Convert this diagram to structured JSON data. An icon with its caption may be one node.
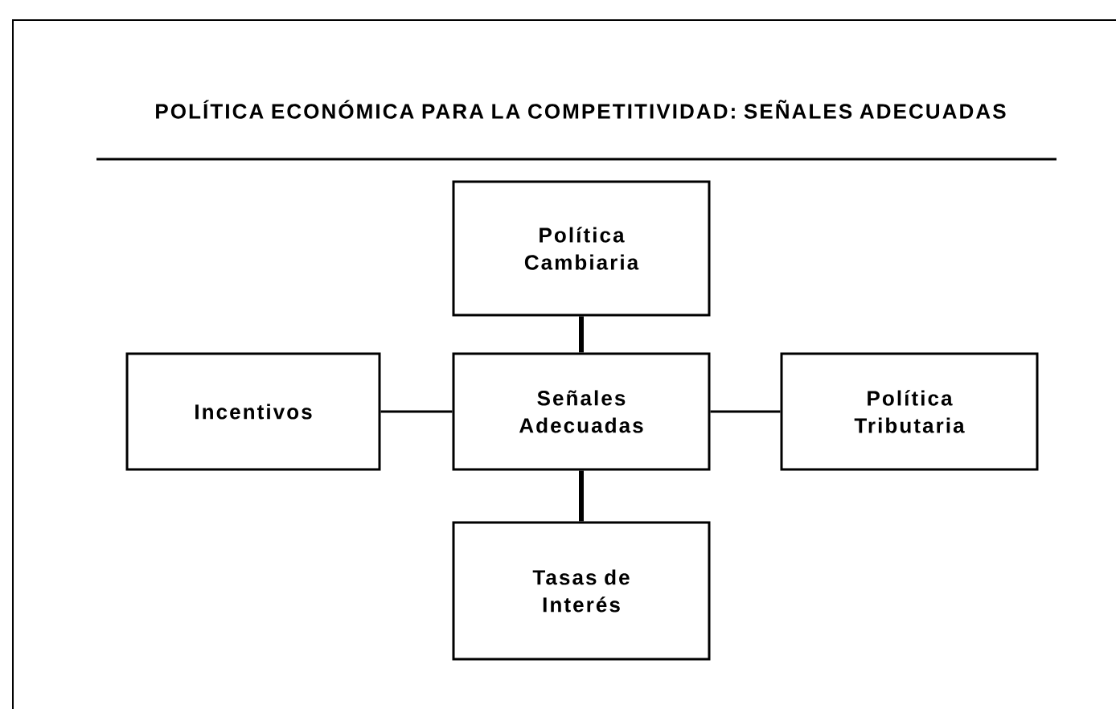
{
  "diagram": {
    "title": "POLÍTICA ECONÓMICA PARA LA COMPETITIVIDAD: SEÑALES ADECUADAS",
    "nodes": [
      {
        "text": [
          "Política Cambiaria"
        ]
      },
      {
        "text": [
          "Incentivos"
        ]
      },
      {
        "text": [
          "Señales Adecuadas"
        ]
      },
      {
        "text": [
          "Política Tributaria"
        ]
      },
      {
        "text": [
          "Tasas de Interés"
        ]
      }
    ],
    "edges": [
      {
        "from": 0,
        "to": 2,
        "arrow": "none",
        "style": "thick"
      },
      {
        "from": 1,
        "to": 2,
        "arrow": "none"
      },
      {
        "from": 2,
        "to": 3,
        "arrow": "none"
      },
      {
        "from": 2,
        "to": 4,
        "arrow": "none",
        "style": "thick"
      }
    ]
  }
}
